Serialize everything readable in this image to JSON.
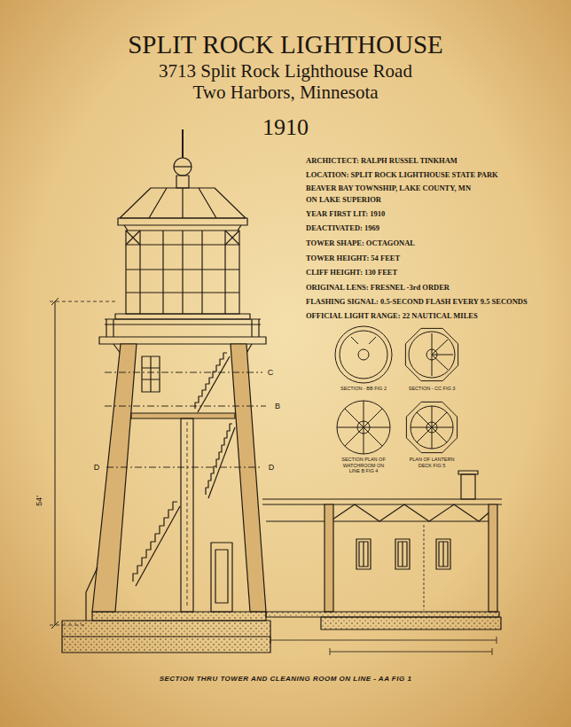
{
  "diagram": {
    "title": "SPLIT ROCK LIGHTHOUSE",
    "caption": "SECTION THRU TOWER AND CLEANING ROOM ON LINE - AA FIG 1",
    "labels": [
      "3713 Split Rock Lighthouse Road",
      "Two Harbors, Minnesota",
      "1910",
      "ARCHICTECT: RALPH RUSSEL TINKHAM",
      "LOCATION: SPLIT ROCK LIGHTHOUSE STATE PARK",
      "BEAVER BAY TOWNSHIP, LAKE COUNTY, MN",
      "ON LAKE SUPERIOR",
      "YEAR FIRST LIT: 1910",
      "DEACTIVATED: 1969",
      "TOWER SHAPE: OCTAGONAL",
      "TOWER HEIGHT: 54 FEET",
      "CLIFF HEIGHT: 130 FEET",
      "ORIGINAL LENS: FRESNEL -3rd ORDER",
      "FLASHING SIGNAL: 0.5-SECOND FLASH EVERY 9.5 SECONDS",
      "OFFICIAL LIGHT RANGE: 22 NAUTICAL MILES",
      "C",
      "B",
      "D",
      "D",
      "54'",
      "SECTION - BB FIG 2",
      "SECTION - CC FIG 3",
      "SECTION PLAN OF WATCHROOM ON LINE B FIG 4",
      "PLAN OF LANTERN DECK FIG 5"
    ]
  }
}
